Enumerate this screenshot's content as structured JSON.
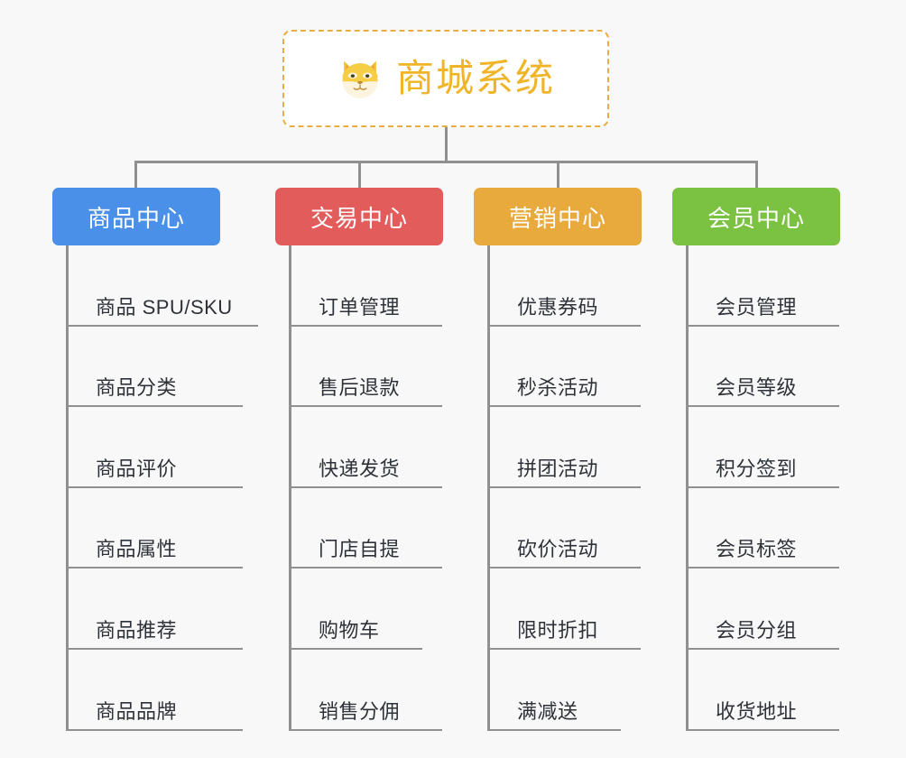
{
  "canvas": {
    "background": "#f8f8f8",
    "line_color": "#909090"
  },
  "root": {
    "title": "商城系统",
    "icon": "dog-face-icon",
    "text_color": "#f0b429",
    "border_color": "#e9ad43",
    "background": "#ffffff"
  },
  "branches": [
    {
      "id": "product-center",
      "label": "商品中心",
      "color": "#4a90e8",
      "items": [
        {
          "label": "商品 SPU/SKU",
          "width": "wide"
        },
        {
          "label": "商品分类",
          "width": "normal"
        },
        {
          "label": "商品评价",
          "width": "normal"
        },
        {
          "label": "商品属性",
          "width": "normal"
        },
        {
          "label": "商品推荐",
          "width": "normal"
        },
        {
          "label": "商品品牌",
          "width": "normal"
        }
      ]
    },
    {
      "id": "trade-center",
      "label": "交易中心",
      "color": "#e25c5c",
      "items": [
        {
          "label": "订单管理",
          "width": "normal"
        },
        {
          "label": "售后退款",
          "width": "normal"
        },
        {
          "label": "快递发货",
          "width": "normal"
        },
        {
          "label": "门店自提",
          "width": "normal"
        },
        {
          "label": "购物车",
          "width": "short"
        },
        {
          "label": "销售分佣",
          "width": "normal"
        }
      ]
    },
    {
      "id": "marketing-center",
      "label": "营销中心",
      "color": "#e8aa3c",
      "items": [
        {
          "label": "优惠券码",
          "width": "normal"
        },
        {
          "label": "秒杀活动",
          "width": "normal"
        },
        {
          "label": "拼团活动",
          "width": "normal"
        },
        {
          "label": "砍价活动",
          "width": "normal"
        },
        {
          "label": "限时折扣",
          "width": "normal"
        },
        {
          "label": "满减送",
          "width": "short"
        }
      ]
    },
    {
      "id": "member-center",
      "label": "会员中心",
      "color": "#7cc242",
      "items": [
        {
          "label": "会员管理",
          "width": "normal"
        },
        {
          "label": "会员等级",
          "width": "normal"
        },
        {
          "label": "积分签到",
          "width": "normal"
        },
        {
          "label": "会员标签",
          "width": "normal"
        },
        {
          "label": "会员分组",
          "width": "normal"
        },
        {
          "label": "收货地址",
          "width": "normal"
        }
      ]
    }
  ]
}
